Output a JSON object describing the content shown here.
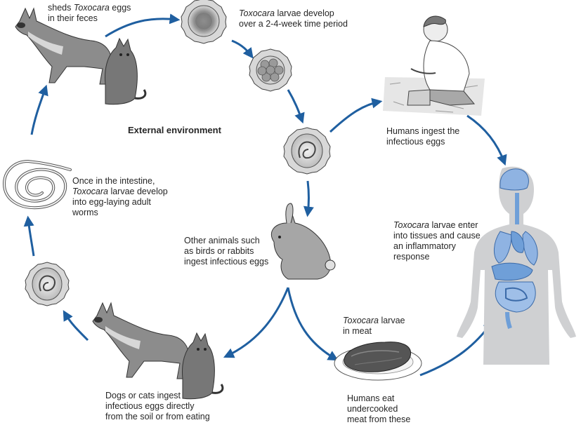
{
  "title": "External environment",
  "labels": {
    "shed": {
      "line1": "sheds",
      "line1_italic": "Toxocara",
      "line1_after": "eggs",
      "line2": "in their feces"
    },
    "develop": {
      "line1_italic": "Toxocara",
      "line1_after": "larvae develop",
      "line2": "over a 2-4-week time period"
    },
    "humans_ingest": {
      "line1": "Humans ingest the",
      "line2": "infectious eggs"
    },
    "intestine": {
      "line1": "Once in the intestine,",
      "line2_italic": "Toxocara",
      "line2_after": "larvae develop",
      "line3": "into egg-laying adult",
      "line4": "worms"
    },
    "other_animals": {
      "line1": "Other animals such",
      "line2": "as birds or rabbits",
      "line3": "ingest infectious eggs"
    },
    "tissues": {
      "line1_italic": "Toxocara",
      "line1_after": "larvae enter",
      "line2": "into tissues and cause",
      "line3": "an inflammatory",
      "line4": "response"
    },
    "meat": {
      "line1_italic": "Toxocara",
      "line1_after": "larvae",
      "line2": "in meat"
    },
    "dogs_ingest": {
      "line1": "Dogs or cats ingest",
      "line2": "infectious eggs directly",
      "line3": "from the soil or from eating"
    },
    "humans_eat": {
      "line1": "Humans eat",
      "line2": "undercooked",
      "line3": "meat from these"
    }
  },
  "colors": {
    "arrow": "#1f5fa0",
    "organ": "#6f9fd8",
    "body": "#cfd0d2",
    "animal": "#8a8a8a"
  }
}
